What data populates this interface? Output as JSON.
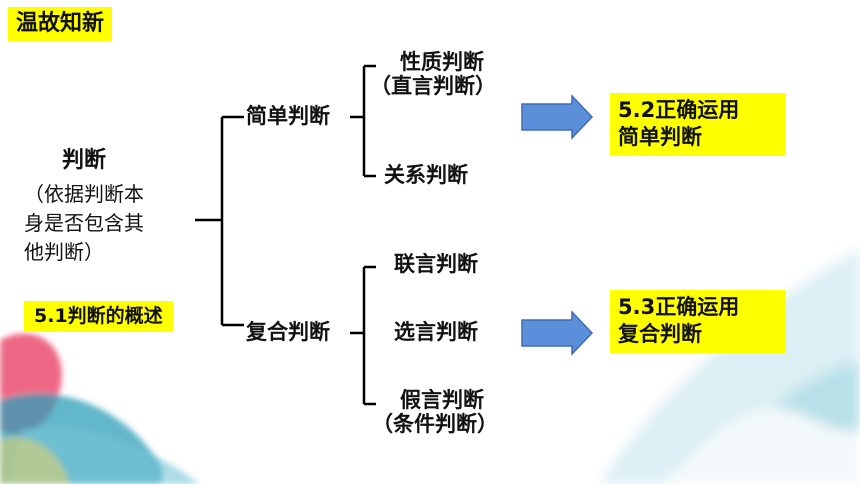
{
  "header": {
    "title": "温故知新"
  },
  "root": {
    "title": "判断",
    "basis": [
      "（依据判断本",
      "身是否包含其",
      "他判断）"
    ],
    "section_tag": "5.1判断的概述"
  },
  "simple": {
    "label": "简单判断",
    "children": [
      {
        "line1": "性质判断",
        "line2": "（直言判断）"
      },
      {
        "line1": "关系判断"
      }
    ],
    "link": [
      "5.2正确运用",
      "简单判断"
    ]
  },
  "compound": {
    "label": "复合判断",
    "children": [
      {
        "line1": "联言判断"
      },
      {
        "line1": "选言判断"
      },
      {
        "line1": "假言判断",
        "line2": "（条件判断）"
      }
    ],
    "link": [
      "5.3正确运用",
      "复合判断"
    ]
  },
  "colors": {
    "highlight": "#ffff00",
    "arrow": "#5b8fd9",
    "arrow_stroke": "#3f6db3",
    "lines": "#000000"
  }
}
